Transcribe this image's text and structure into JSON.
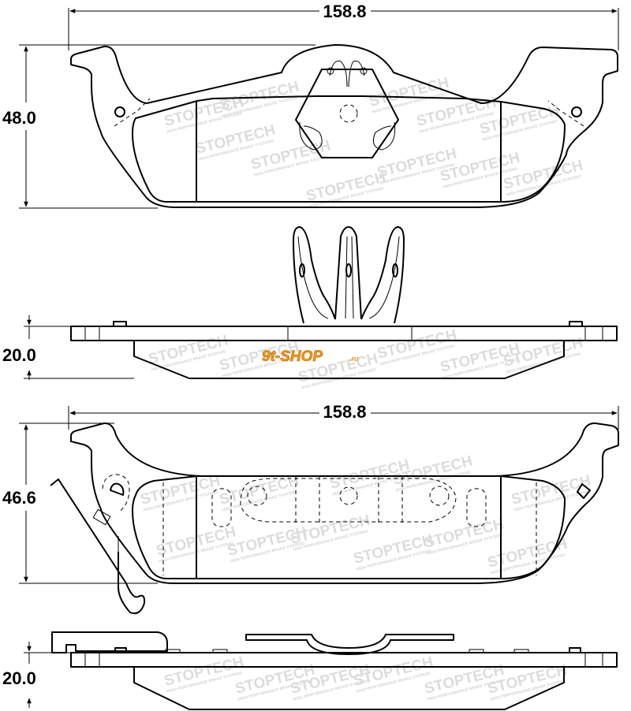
{
  "dimensions": {
    "top_width": "158.8",
    "top_height": "48.0",
    "top_thickness": "20.0",
    "bottom_width": "158.8",
    "bottom_height": "46.6",
    "bottom_thickness": "20.0"
  },
  "watermark": {
    "brand": "STOPTECH",
    "tagline": "HIGH PERFORMANCE BRAKE SYSTEMS"
  },
  "logo": {
    "main": "9t-SHOP",
    "suffix": ".ru"
  }
}
